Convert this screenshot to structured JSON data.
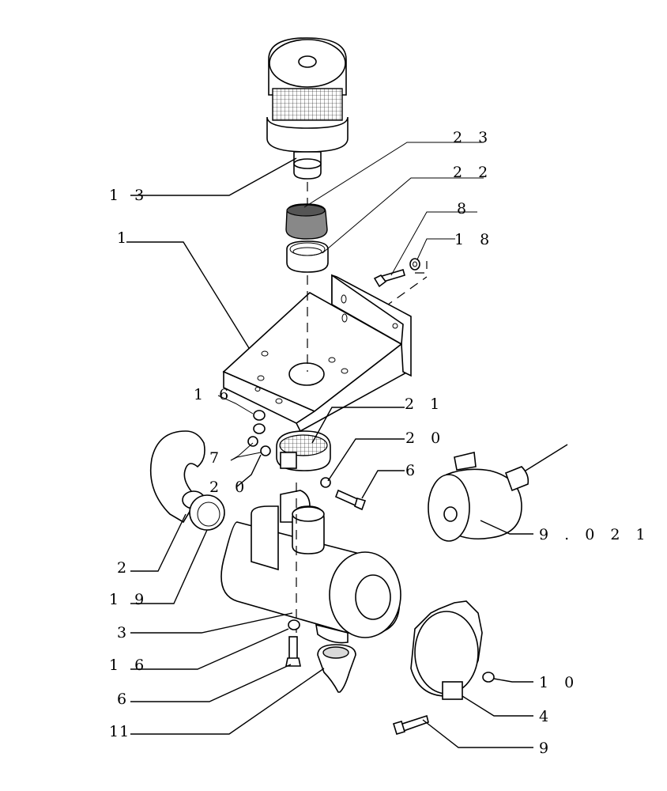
{
  "callouts": {
    "c13": "1 3",
    "c23": "2 3",
    "c22": "2 2",
    "c8": "8",
    "c18": "1 8",
    "c1": "1",
    "c16a": "1 6",
    "c21": "2 1",
    "c7": "7",
    "c20a": "2 0",
    "c20b": "2 0",
    "c6a": "6",
    "c9021": "9 . 0 2 1",
    "c2": "2",
    "c19": "1 9",
    "c3": "3",
    "c16b": "1 6",
    "c6b": "6",
    "c10": "1 0",
    "c4": "4",
    "c11": "11",
    "c9": "9"
  }
}
